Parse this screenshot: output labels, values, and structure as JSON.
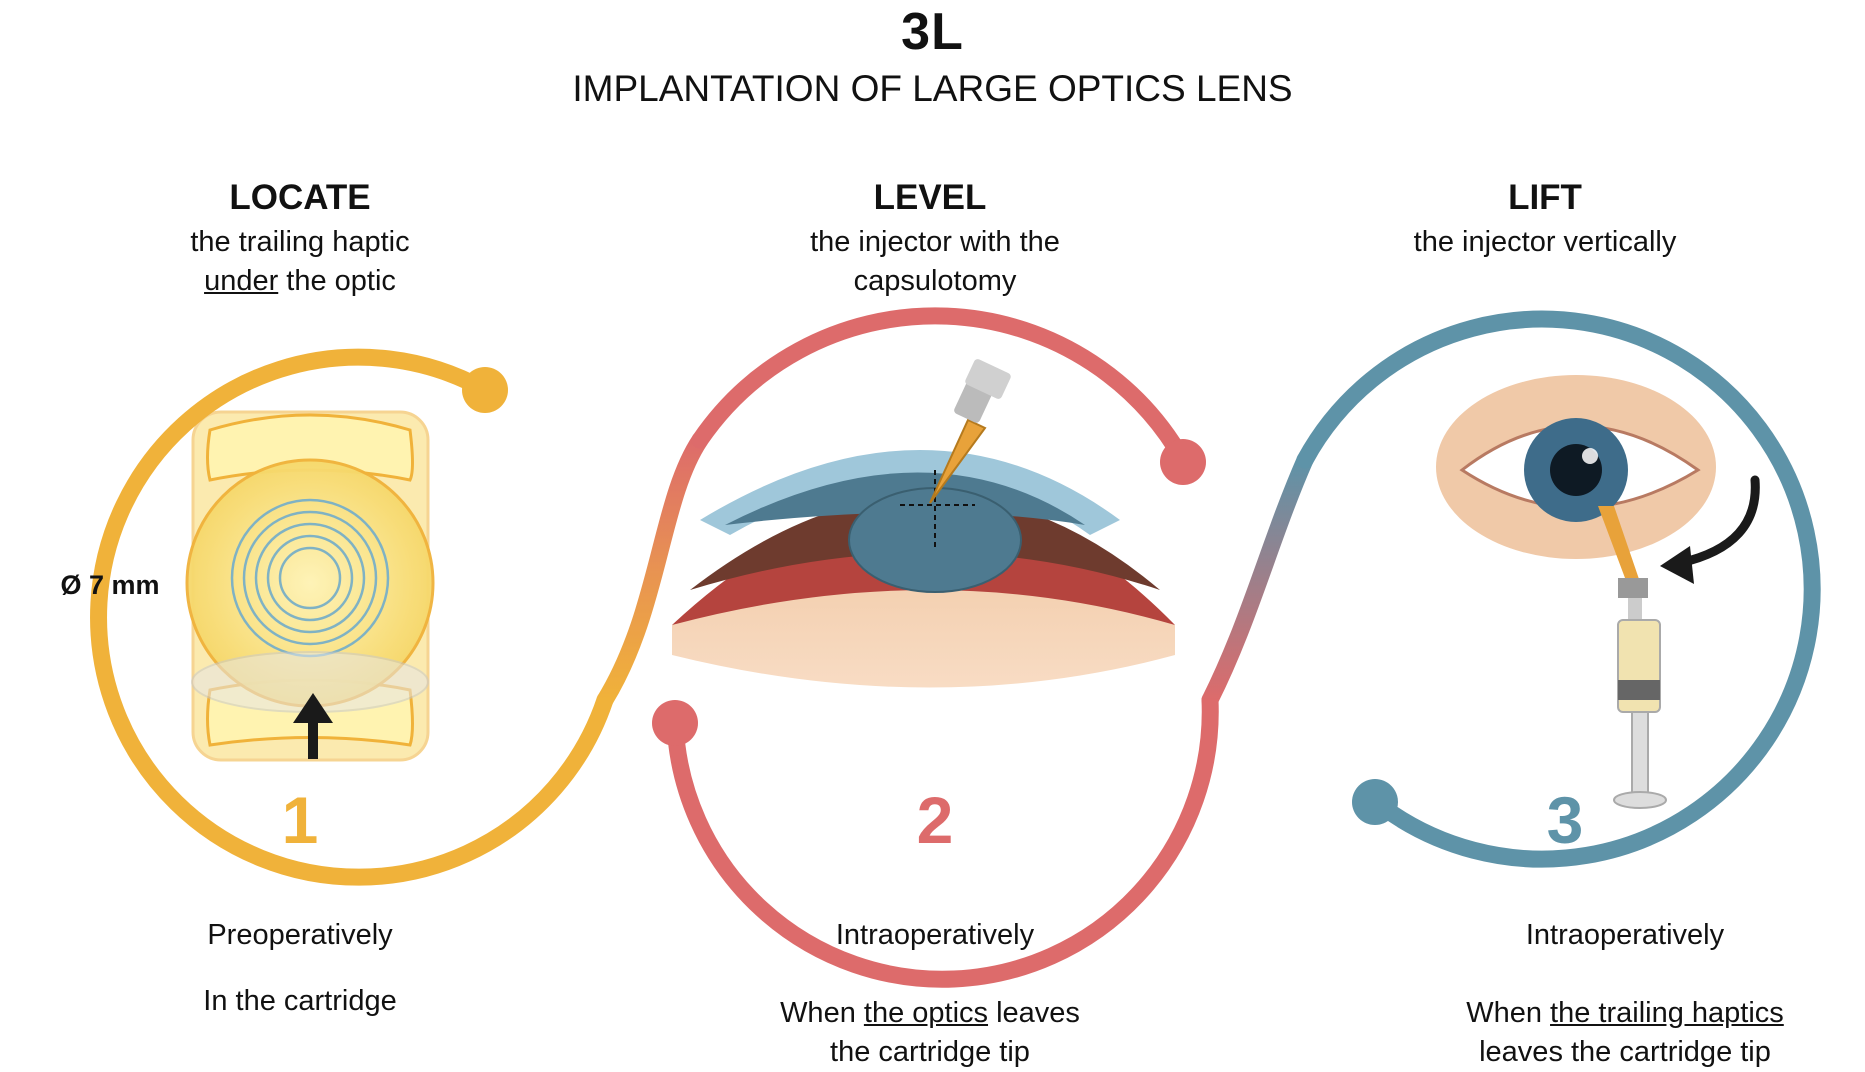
{
  "title": "3L",
  "subtitle": "IMPLANTATION OF LARGE OPTICS LENS",
  "colors": {
    "step1": "#F0B23A",
    "step2": "#DD6B6B",
    "step3": "#5E93A8",
    "arrow": "#1a1a1a"
  },
  "steps": [
    {
      "heading": "LOCATE",
      "desc_line1": "the trailing haptic",
      "desc_line2_underlined": "under",
      "desc_line2_rest": " the optic",
      "number": "1",
      "note1": "Preoperatively",
      "note2": "In the cartridge",
      "dimension_label": "Ø 7 mm",
      "icons": [
        "lens-icon",
        "up-arrow-icon"
      ]
    },
    {
      "heading": "LEVEL",
      "desc_line1": "the injector with the",
      "desc_line2": "capsulotomy",
      "number": "2",
      "note1": "Intraoperatively",
      "note2_prefix": "When ",
      "note2_underlined": "the optics",
      "note2_suffix": " leaves",
      "note3": "the cartridge tip",
      "icons": [
        "eye-cross-section-icon",
        "injector-icon"
      ]
    },
    {
      "heading": "LIFT",
      "desc_line1": "the injector vertically",
      "number": "3",
      "note1": "Intraoperatively",
      "note2_prefix": "When ",
      "note2_underlined": "the trailing haptics",
      "note3": "leaves the cartridge tip",
      "icons": [
        "eye-icon",
        "syringe-icon",
        "curved-arrow-icon"
      ]
    }
  ]
}
